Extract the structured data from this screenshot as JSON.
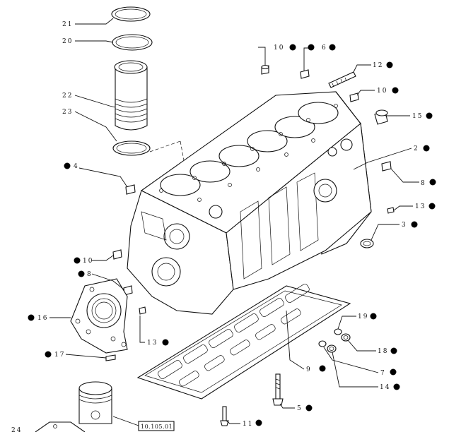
{
  "callouts": [
    {
      "id": "c21",
      "text": "21"
    },
    {
      "id": "c20",
      "text": "20"
    },
    {
      "id": "c22",
      "text": "22"
    },
    {
      "id": "c23",
      "text": "23"
    },
    {
      "id": "c10a",
      "text": "10"
    },
    {
      "id": "c6",
      "text": "6"
    },
    {
      "id": "c12",
      "text": "12"
    },
    {
      "id": "c10b",
      "text": "10"
    },
    {
      "id": "c15",
      "text": "15"
    },
    {
      "id": "c4",
      "text": "4"
    },
    {
      "id": "c2",
      "text": "2"
    },
    {
      "id": "c8a",
      "text": "8"
    },
    {
      "id": "c13a",
      "text": "13"
    },
    {
      "id": "c3",
      "text": "3"
    },
    {
      "id": "c10c",
      "text": "10"
    },
    {
      "id": "c8b",
      "text": "8"
    },
    {
      "id": "c19",
      "text": "19"
    },
    {
      "id": "c16",
      "text": "16"
    },
    {
      "id": "c13b",
      "text": "13"
    },
    {
      "id": "c18",
      "text": "18"
    },
    {
      "id": "c17",
      "text": "17"
    },
    {
      "id": "c9",
      "text": "9"
    },
    {
      "id": "c7",
      "text": "7"
    },
    {
      "id": "c14",
      "text": "14"
    },
    {
      "id": "c5",
      "text": "5"
    },
    {
      "id": "c11",
      "text": "11"
    },
    {
      "id": "c24",
      "text": "24"
    }
  ],
  "reference_box": "10.105.01"
}
